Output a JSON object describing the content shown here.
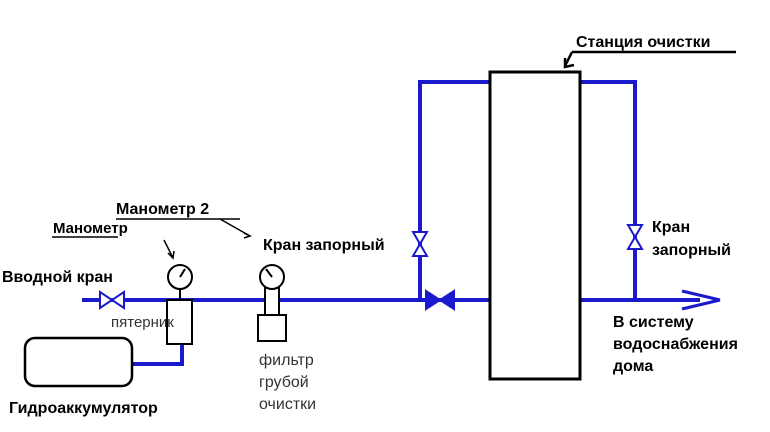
{
  "labels": {
    "station": "Станция очистки",
    "gauge2": "Манометр 2",
    "gauge": "Манометр",
    "shutoff_left": "Кран запорный",
    "shutoff_right_1": "Кран",
    "shutoff_right_2": "запорный",
    "inlet_valve": "Вводной кран",
    "tee": "пятерник",
    "filter_1": "фильтр",
    "filter_2": "грубой",
    "filter_3": "очистки",
    "accumulator": "Гидроаккумулятор",
    "outlet_1": "В систему",
    "outlet_2": "водоснабжения",
    "outlet_3": "дома"
  },
  "colors": {
    "pipe": "#1a1acc",
    "outline": "#000000",
    "text": "#000000",
    "label_gray": "#333333"
  }
}
